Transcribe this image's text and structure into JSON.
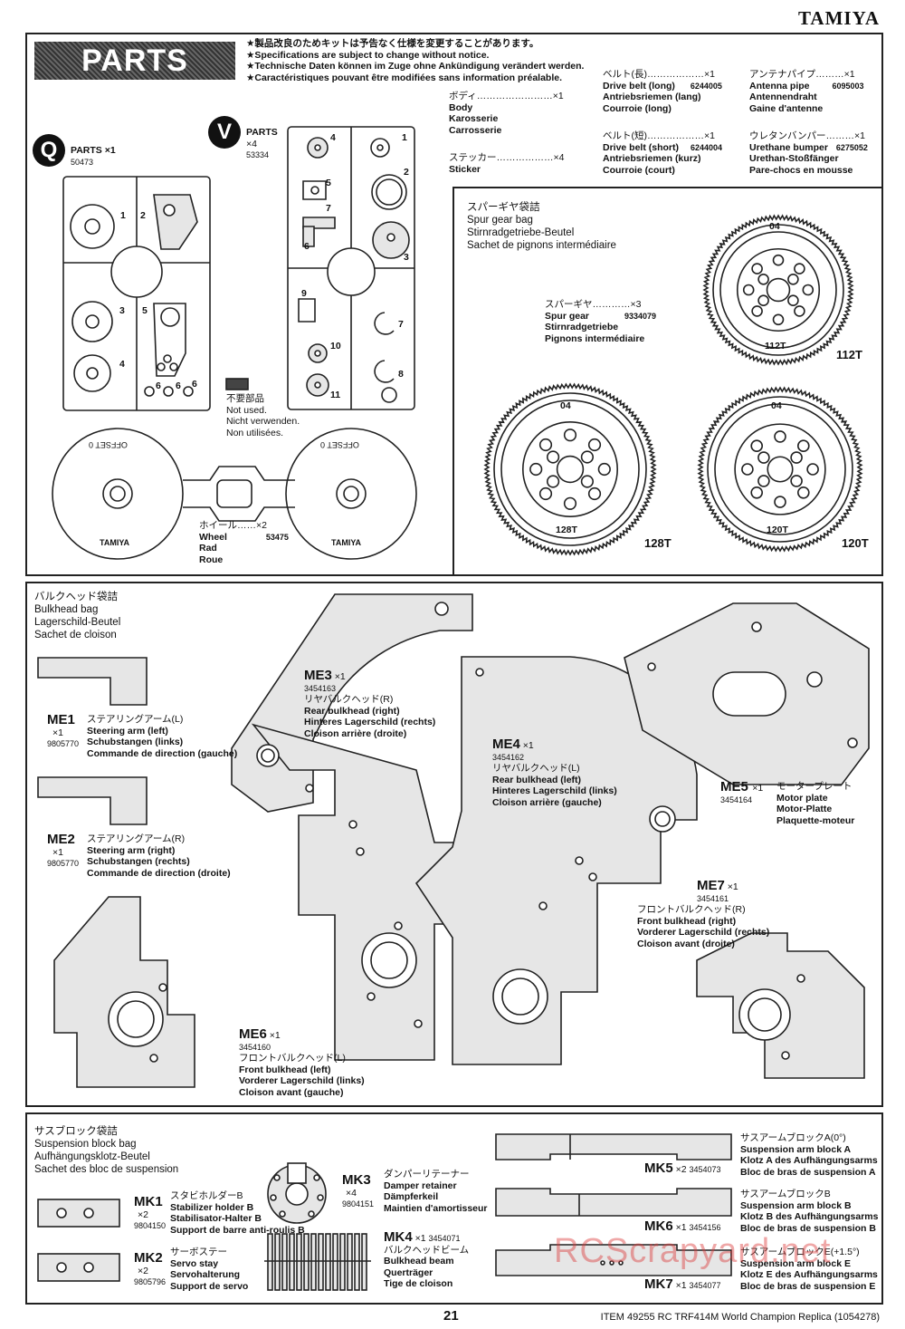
{
  "header": {
    "brand": "TAMIYA"
  },
  "parts_banner": "PARTS",
  "notices": [
    "★製品改良のためキットは予告なく仕様を変更することがあります。",
    "★Specifications are subject to change without notice.",
    "★Technische Daten können im Zuge ohne Ankündigung verändert werden.",
    "★Caractéristiques pouvant être modifiées sans information préalable."
  ],
  "q_parts": {
    "letter": "Q",
    "label": "PARTS",
    "qty": "×1",
    "code": "50473"
  },
  "v_parts": {
    "letter": "V",
    "label": "PARTS",
    "qty": "×4",
    "code": "53334"
  },
  "q_numbers": [
    "1",
    "2",
    "3",
    "5",
    "4",
    "6",
    "6",
    "6"
  ],
  "v_numbers": [
    "4",
    "1",
    "5",
    "2",
    "7",
    "6",
    "3",
    "9",
    "7",
    "10",
    "8",
    "11"
  ],
  "not_used": [
    "不要部品",
    "Not used.",
    "Nicht verwenden.",
    "Non utilisées."
  ],
  "body_item": {
    "jp": "ボディ",
    "qty": "×1",
    "lines": [
      "Body",
      "Karosserie",
      "Carrosserie"
    ]
  },
  "sticker_item": {
    "jp": "ステッカー",
    "qty": "×4",
    "lines": [
      "Sticker"
    ]
  },
  "belt_long": {
    "jp": "ベルト(長)",
    "qty": "×1",
    "code": "6244005",
    "lines": [
      "Drive belt (long)",
      "Antriebsriemen (lang)",
      "Courroie (long)"
    ]
  },
  "belt_short": {
    "jp": "ベルト(短)",
    "qty": "×1",
    "code": "6244004",
    "lines": [
      "Drive belt (short)",
      "Antriebsriemen (kurz)",
      "Courroie (court)"
    ]
  },
  "antenna": {
    "jp": "アンテナパイプ",
    "qty": "×1",
    "code": "6095003",
    "lines": [
      "Antenna pipe",
      "Antennendraht",
      "Gaine d'antenne"
    ]
  },
  "bumper": {
    "jp": "ウレタンバンパー",
    "qty": "×1",
    "code": "6275052",
    "lines": [
      "Urethane bumper",
      "Urethan-Stoßfänger",
      "Pare-chocs en mousse"
    ]
  },
  "wheel": {
    "jp": "ホイール",
    "qty": "×2",
    "code": "53475",
    "lines": [
      "Wheel",
      "Rad",
      "Roue"
    ],
    "print_a": "OFFSET 0",
    "print_b": "TAMIYA"
  },
  "spur_bag": {
    "lines": [
      "スパーギヤ袋詰",
      "Spur gear bag",
      "Stirnradgetriebe-Beutel",
      "Sachet de pignons intermédiaire"
    ]
  },
  "spur_gear": {
    "jp": "スパーギヤ",
    "qty": "×3",
    "code": "9334079",
    "lines": [
      "Spur gear",
      "Stirnradgetriebe",
      "Pignons intermédiaire"
    ]
  },
  "gears": [
    {
      "label": "112T",
      "stamp": "04"
    },
    {
      "label": "128T",
      "stamp": "04"
    },
    {
      "label": "120T",
      "stamp": "04"
    }
  ],
  "bulkhead_bag": {
    "lines": [
      "バルクヘッド袋詰",
      "Bulkhead bag",
      "Lagerschild-Beutel",
      "Sachet de cloison"
    ]
  },
  "me_parts": [
    {
      "id": "ME1",
      "qty": "×1",
      "code": "9805770",
      "jp": "ステアリングアーム(L)",
      "lines": [
        "Steering arm (left)",
        "Schubstangen (links)",
        "Commande de direction (gauche)"
      ]
    },
    {
      "id": "ME2",
      "qty": "×1",
      "code": "9805770",
      "jp": "ステアリングアーム(R)",
      "lines": [
        "Steering arm (right)",
        "Schubstangen (rechts)",
        "Commande de direction (droite)"
      ]
    },
    {
      "id": "ME3",
      "qty": "×1",
      "code": "3454163",
      "jp": "リヤバルクヘッド(R)",
      "lines": [
        "Rear bulkhead (right)",
        "Hinteres Lagerschild (rechts)",
        "Cloison arrière (droite)"
      ]
    },
    {
      "id": "ME4",
      "qty": "×1",
      "code": "3454162",
      "jp": "リヤバルクヘッド(L)",
      "lines": [
        "Rear bulkhead (left)",
        "Hinteres Lagerschild (links)",
        "Cloison arrière (gauche)"
      ]
    },
    {
      "id": "ME5",
      "qty": "×1",
      "code": "3454164",
      "jp": "モータープレート",
      "lines": [
        "Motor plate",
        "Motor-Platte",
        "Plaquette-moteur"
      ]
    },
    {
      "id": "ME6",
      "qty": "×1",
      "code": "3454160",
      "jp": "フロントバルクヘッド(L)",
      "lines": [
        "Front bulkhead (left)",
        "Vorderer Lagerschild (links)",
        "Cloison avant (gauche)"
      ]
    },
    {
      "id": "ME7",
      "qty": "×1",
      "code": "3454161",
      "jp": "フロントバルクヘッド(R)",
      "lines": [
        "Front bulkhead (right)",
        "Vorderer Lagerschild (rechts)",
        "Cloison avant (droite)"
      ]
    }
  ],
  "suspension_bag": {
    "lines": [
      "サスブロック袋詰",
      "Suspension block bag",
      "Aufhängungsklotz-Beutel",
      "Sachet des bloc de suspension"
    ]
  },
  "mk_parts": [
    {
      "id": "MK1",
      "qty": "×2",
      "code": "9804150",
      "jp": "スタビホルダーB",
      "lines": [
        "Stabilizer holder B",
        "Stabilisator-Halter B",
        "Support de barre anti-roulis B"
      ]
    },
    {
      "id": "MK2",
      "qty": "×2",
      "code": "9805796",
      "jp": "サーボステー",
      "lines": [
        "Servo stay",
        "Servohalterung",
        "Support de servo"
      ]
    },
    {
      "id": "MK3",
      "qty": "×4",
      "code": "9804151",
      "jp": "ダンパーリテーナー",
      "lines": [
        "Damper retainer",
        "Dämpferkeil",
        "Maintien d'amortisseur"
      ]
    },
    {
      "id": "MK4",
      "qty": "×1",
      "code": "3454071",
      "jp": "バルクヘッドビーム",
      "lines": [
        "Bulkhead beam",
        "Querträger",
        "Tige de cloison"
      ]
    },
    {
      "id": "MK5",
      "qty": "×2",
      "code": "3454073",
      "jp": "サスアームブロックA(0°)",
      "lines": [
        "Suspension arm block A",
        "Klotz A des Aufhängungsarms",
        "Bloc de bras de suspension A"
      ]
    },
    {
      "id": "MK6",
      "qty": "×1",
      "code": "3454156",
      "jp": "サスアームブロックB",
      "lines": [
        "Suspension arm block B",
        "Klotz B des Aufhängungsarms",
        "Bloc de bras de suspension B"
      ]
    },
    {
      "id": "MK7",
      "qty": "×1",
      "code": "3454077",
      "jp": "サスアームブロックE(+1.5°)",
      "lines": [
        "Suspension arm block E",
        "Klotz E des Aufhängungsarms",
        "Bloc de bras de suspension E"
      ]
    }
  ],
  "footer": {
    "page": "21",
    "item": "ITEM 49255 RC TRF414M World Champion Replica (1054278)"
  },
  "watermark": "RCScrapyard.net"
}
